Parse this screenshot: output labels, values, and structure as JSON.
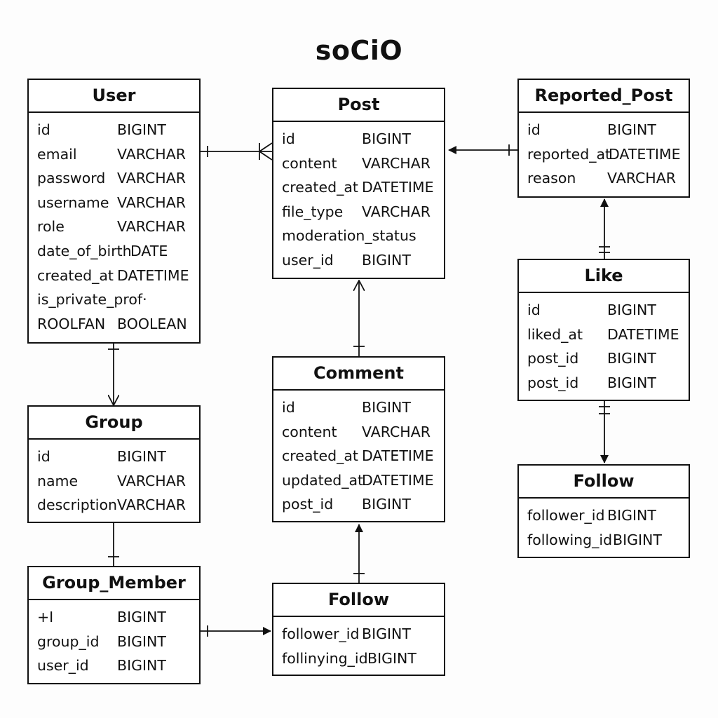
{
  "title": "soCiO",
  "entities": {
    "user": {
      "name": "User",
      "fields": [
        {
          "name": "id",
          "type": "BIGINT"
        },
        {
          "name": "email",
          "type": "VARCHAR"
        },
        {
          "name": "password",
          "type": "VARCHAR"
        },
        {
          "name": "username",
          "type": "VARCHAR"
        },
        {
          "name": "role",
          "type": "VARCHAR"
        },
        {
          "name": "date_of_birth",
          "type": "DATE"
        },
        {
          "name": "created_at",
          "type": "DATETIME"
        },
        {
          "name": "is_private_prof·",
          "type": ""
        },
        {
          "name": "ROOLFAN",
          "type": "BOOLEAN"
        }
      ]
    },
    "post": {
      "name": "Post",
      "fields": [
        {
          "name": "id",
          "type": "BIGINT"
        },
        {
          "name": "content",
          "type": "VARCHAR"
        },
        {
          "name": "created_at",
          "type": "DATETIME"
        },
        {
          "name": "file_type",
          "type": "VARCHAR"
        },
        {
          "name": "moderation_status",
          "type": ""
        },
        {
          "name": "user_id",
          "type": "BIGINT"
        }
      ]
    },
    "reported_post": {
      "name": "Reported_Post",
      "fields": [
        {
          "name": "id",
          "type": "BIGINT"
        },
        {
          "name": "reported_at",
          "type": "DATETIME"
        },
        {
          "name": "reason",
          "type": "VARCHAR"
        }
      ]
    },
    "like": {
      "name": "Like",
      "fields": [
        {
          "name": "id",
          "type": "BIGINT"
        },
        {
          "name": "liked_at",
          "type": "DATETIME"
        },
        {
          "name": "post_id",
          "type": "BIGINT"
        },
        {
          "name": "post_id",
          "type": "BIGINT"
        }
      ]
    },
    "group": {
      "name": "Group",
      "fields": [
        {
          "name": "id",
          "type": "BIGINT"
        },
        {
          "name": "name",
          "type": "VARCHAR"
        },
        {
          "name": "description",
          "type": "VARCHAR"
        }
      ]
    },
    "comment": {
      "name": "Comment",
      "fields": [
        {
          "name": "id",
          "type": "BIGINT"
        },
        {
          "name": "content",
          "type": "VARCHAR"
        },
        {
          "name": "created_at",
          "type": "DATETIME"
        },
        {
          "name": "updated_at",
          "type": "DATETIME"
        },
        {
          "name": "post_id",
          "type": "BIGINT"
        }
      ]
    },
    "follow_right": {
      "name": "Follow",
      "fields": [
        {
          "name": "follower_id",
          "type": "BIGINT"
        },
        {
          "name": "following_id",
          "type": "BIGINT"
        }
      ]
    },
    "group_member": {
      "name": "Group_Member",
      "fields": [
        {
          "name": "+I",
          "type": "BIGINT"
        },
        {
          "name": "group_id",
          "type": "BIGINT"
        },
        {
          "name": "user_id",
          "type": "BIGINT"
        }
      ]
    },
    "follow_bottom": {
      "name": "Follow",
      "fields": [
        {
          "name": "follower_id",
          "type": "BIGINT"
        },
        {
          "name": "follinying_id",
          "type": "BIGINT"
        }
      ]
    }
  }
}
